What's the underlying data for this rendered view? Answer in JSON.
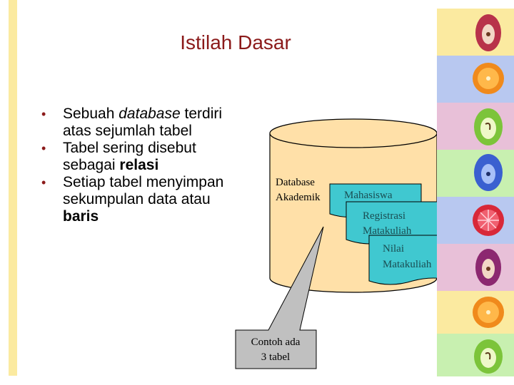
{
  "slide": {
    "title": "Istilah Dasar"
  },
  "bullets": [
    {
      "parts": [
        {
          "text": "Sebuah ",
          "style": "normal"
        },
        {
          "text": "database",
          "style": "italic"
        },
        {
          "text": " terdiri atas sejumlah tabel",
          "style": "normal"
        }
      ]
    },
    {
      "parts": [
        {
          "text": "Tabel sering disebut sebagai ",
          "style": "normal"
        },
        {
          "text": "relasi",
          "style": "bold"
        }
      ]
    },
    {
      "parts": [
        {
          "text": "Setiap tabel menyimpan sekumpulan data atau ",
          "style": "normal"
        },
        {
          "text": "baris",
          "style": "bold"
        }
      ]
    }
  ],
  "diagram": {
    "database_label": [
      "Database",
      "Akademik"
    ],
    "tables": [
      {
        "lines": [
          "Mahasiswa"
        ]
      },
      {
        "lines": [
          "Registrasi",
          "Matakuliah"
        ]
      },
      {
        "lines": [
          "Nilai",
          "Matakuliah"
        ]
      }
    ],
    "callout_lines": [
      "Contoh ada",
      "3 tabel"
    ]
  },
  "colors": {
    "title": "#8b1a1a",
    "cylinder_fill": "#ffe0a8",
    "table_fill": "#40c8d0",
    "stripe_left": "#fbeaa0"
  },
  "decoration": {
    "right_strip_icons": [
      "apple-slice-icon",
      "orange-slice-icon",
      "green-apple-slice-icon",
      "blue-apple-slice-icon",
      "red-citrus-slice-icon",
      "purple-apple-slice-icon",
      "orange-slice-icon",
      "green-apple-slice-icon"
    ]
  }
}
